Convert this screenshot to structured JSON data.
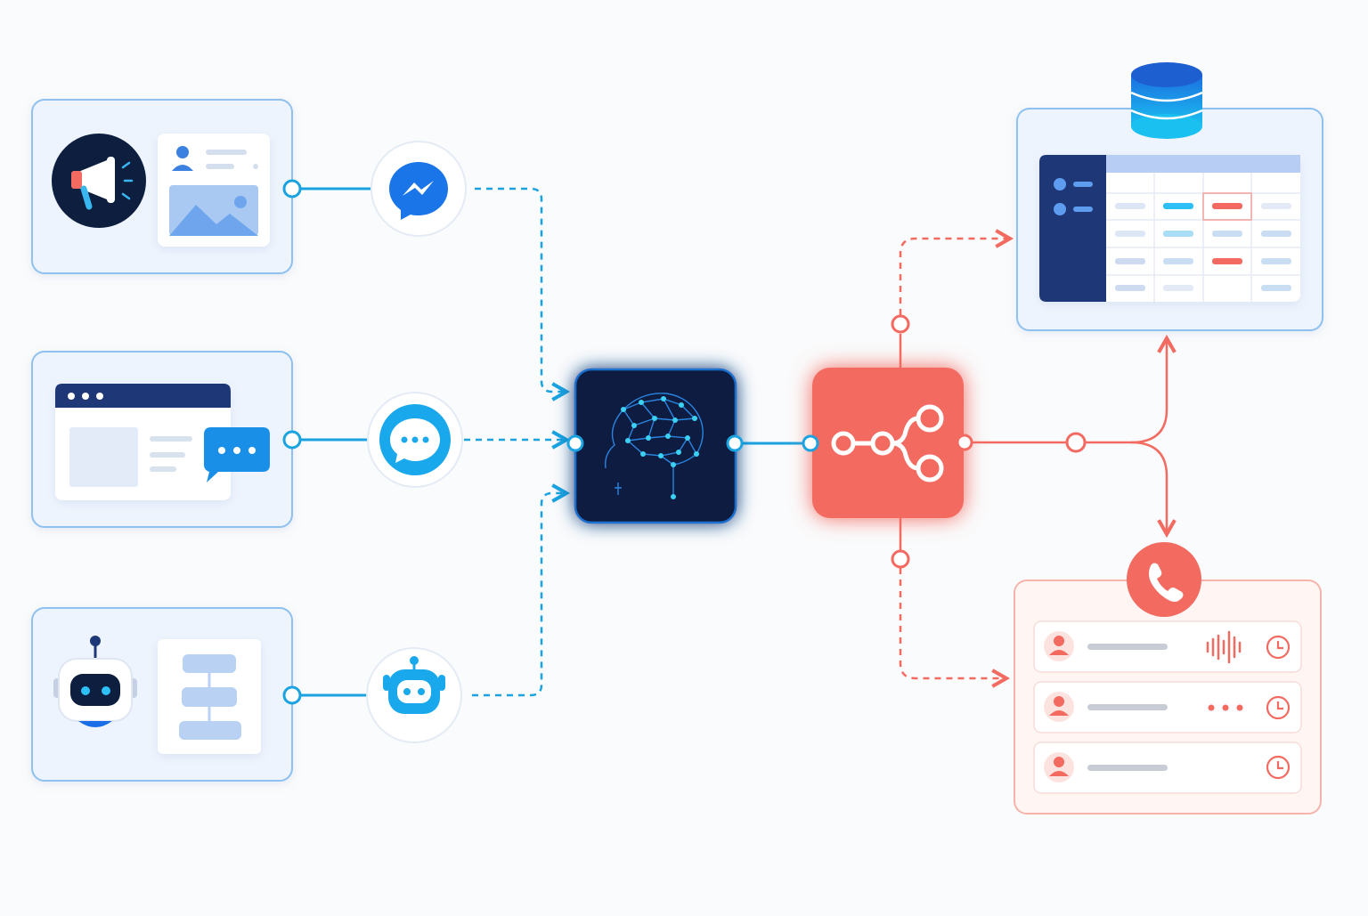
{
  "colors": {
    "background": "#fafbfc",
    "blue_accent": "#1aa3e0",
    "blue_dark": "#0d1e3f",
    "navy": "#1e3877",
    "coral": "#f36a60",
    "card_blue_border": "#8ec1ef",
    "card_blue_fill": "#eef4fd",
    "card_coral_border": "#f6b3ab",
    "card_coral_fill": "#fff6f4"
  },
  "nodes": {
    "sources": [
      {
        "name": "ad-campaign-card",
        "icon": "megaphone-icon",
        "channel_icon": "messenger-icon"
      },
      {
        "name": "website-chat-card",
        "icon": "browser-window-icon",
        "channel_icon": "chat-bubble-icon"
      },
      {
        "name": "chatbot-flow-card",
        "icon": "robot-icon",
        "channel_icon": "bot-icon"
      }
    ],
    "processor": {
      "icon": "ai-brain-icon"
    },
    "router": {
      "icon": "branch-flow-icon"
    },
    "destinations": [
      {
        "name": "database-table-card",
        "icon": "database-icon"
      },
      {
        "name": "call-list-card",
        "icon": "phone-icon"
      }
    ]
  },
  "call_list": [
    {
      "status_icon": "voice-wave-icon",
      "time_icon": "clock-icon"
    },
    {
      "status_icon": "typing-dots-icon",
      "time_icon": "clock-icon"
    },
    {
      "status_icon": "",
      "time_icon": "clock-icon"
    }
  ]
}
